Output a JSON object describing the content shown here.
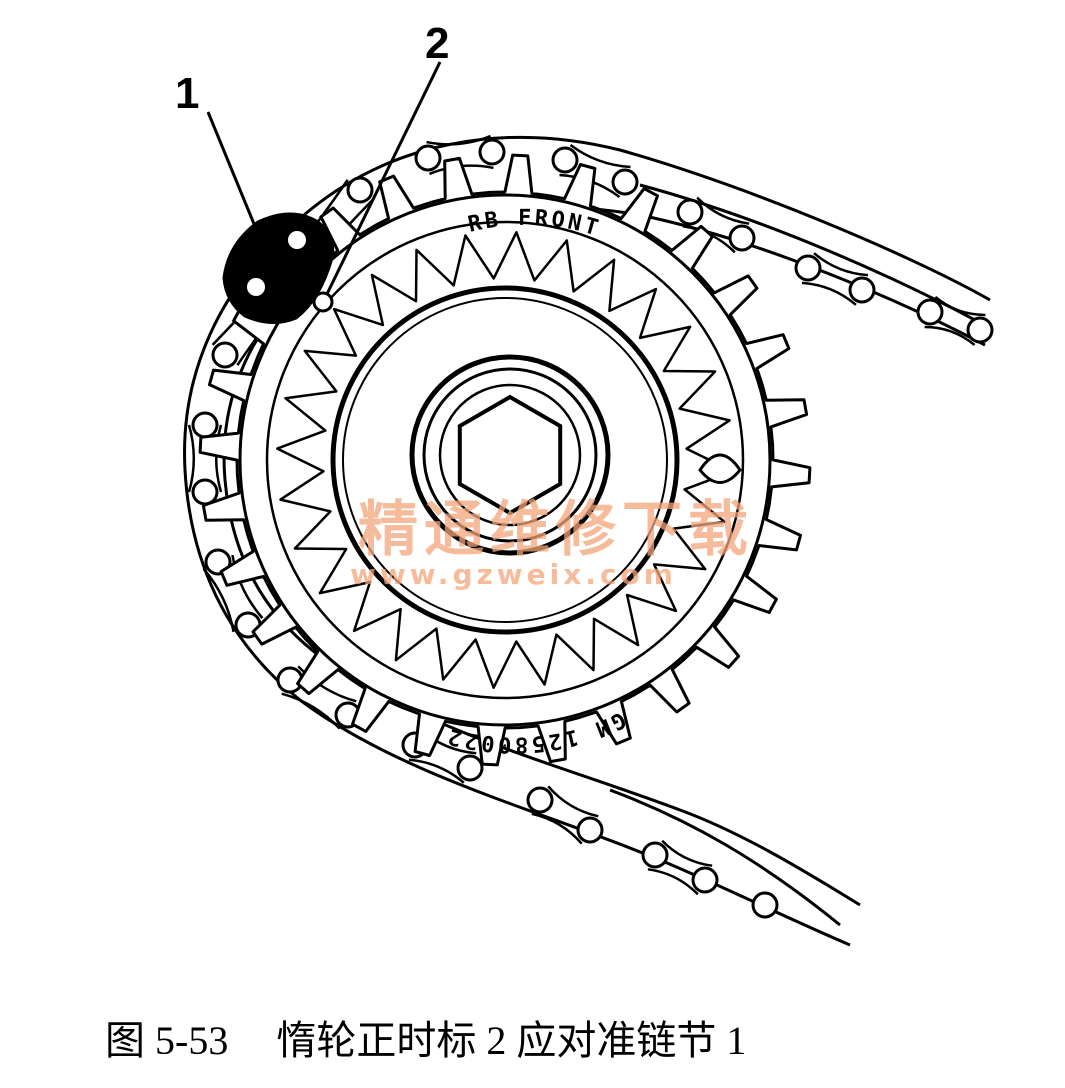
{
  "callouts": {
    "one": "1",
    "two": "2"
  },
  "gear_markings": {
    "front": "RB  FRONT",
    "part_number": "GM 12580022"
  },
  "watermark": {
    "chinese": "精通维修下载",
    "url": "www.gzweix.com",
    "color": "#f4a57a"
  },
  "caption": {
    "figure_number": "图 5-53",
    "text": "惰轮正时标 2 应对准链节 1"
  }
}
